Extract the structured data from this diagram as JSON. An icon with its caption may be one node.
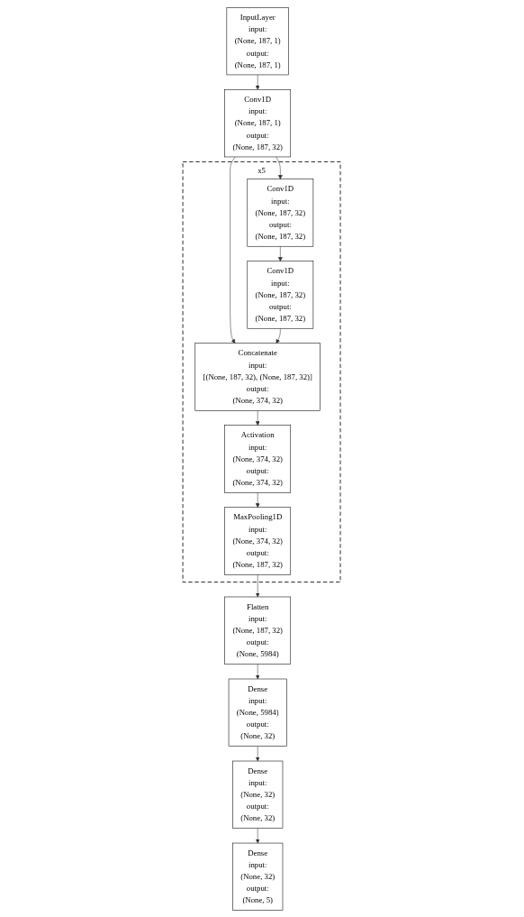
{
  "diagram": {
    "nodes": [
      {
        "text": [
          "InputLayer",
          "input:",
          "(None, 187, 1)",
          "output:",
          "(None, 187, 1)"
        ]
      },
      {
        "text": [
          "Conv1D",
          "input:",
          "(None, 187, 1)",
          "output:",
          "(None, 187, 32)"
        ]
      },
      {
        "text": [],
        "shape": "box",
        "beside": [
          "x5"
        ]
      },
      {
        "text": [
          "Conv1D",
          "input:",
          "(None, 187, 32)",
          "output:",
          "(None, 187, 32)"
        ],
        "in": 2
      },
      {
        "text": [
          "Conv1D",
          "input:",
          "(None, 187, 32)",
          "output:",
          "(None, 187, 32)"
        ],
        "in": 2
      },
      {
        "text": [
          "Concatenate",
          "input:",
          "[(None, 187, 32), (None, 187, 32)]",
          "output:",
          "(None, 374, 32)"
        ],
        "in": 2
      },
      {
        "text": [
          "Activation",
          "input:",
          "(None, 374, 32)",
          "output:",
          "(None, 374, 32)"
        ],
        "in": 2
      },
      {
        "text": [
          "MaxPooling1D",
          "input:",
          "(None, 374, 32)",
          "output:",
          "(None, 187, 32)"
        ],
        "in": 2
      },
      {
        "text": [
          "Flatten",
          "input:",
          "(None, 187, 32)",
          "output:",
          "(None, 5984)"
        ]
      },
      {
        "text": [
          "Dense",
          "input:",
          "(None, 5984)",
          "output:",
          "(None, 32)"
        ]
      },
      {
        "text": [
          "Dense",
          "input:",
          "(None, 32)",
          "output:",
          "(None, 32)"
        ]
      },
      {
        "text": [
          "Dense",
          "input:",
          "(None, 32)",
          "output:",
          "(None, 5)"
        ]
      }
    ],
    "edges": [
      {
        "from": 0,
        "to": 1,
        "arrow": "to"
      },
      {
        "from": 1,
        "to": 3,
        "arrow": "to"
      },
      {
        "from": 1,
        "to": 5,
        "arrow": "to"
      },
      {
        "from": 3,
        "to": 4,
        "arrow": "to"
      },
      {
        "from": 4,
        "to": 5,
        "arrow": "to"
      },
      {
        "from": 5,
        "to": 6,
        "arrow": "to"
      },
      {
        "from": 6,
        "to": 7,
        "arrow": "to"
      },
      {
        "from": 7,
        "to": 8,
        "arrow": "to"
      },
      {
        "from": 8,
        "to": 9,
        "arrow": "to"
      },
      {
        "from": 9,
        "to": 10,
        "arrow": "to"
      },
      {
        "from": 10,
        "to": 11,
        "arrow": "to"
      }
    ]
  }
}
